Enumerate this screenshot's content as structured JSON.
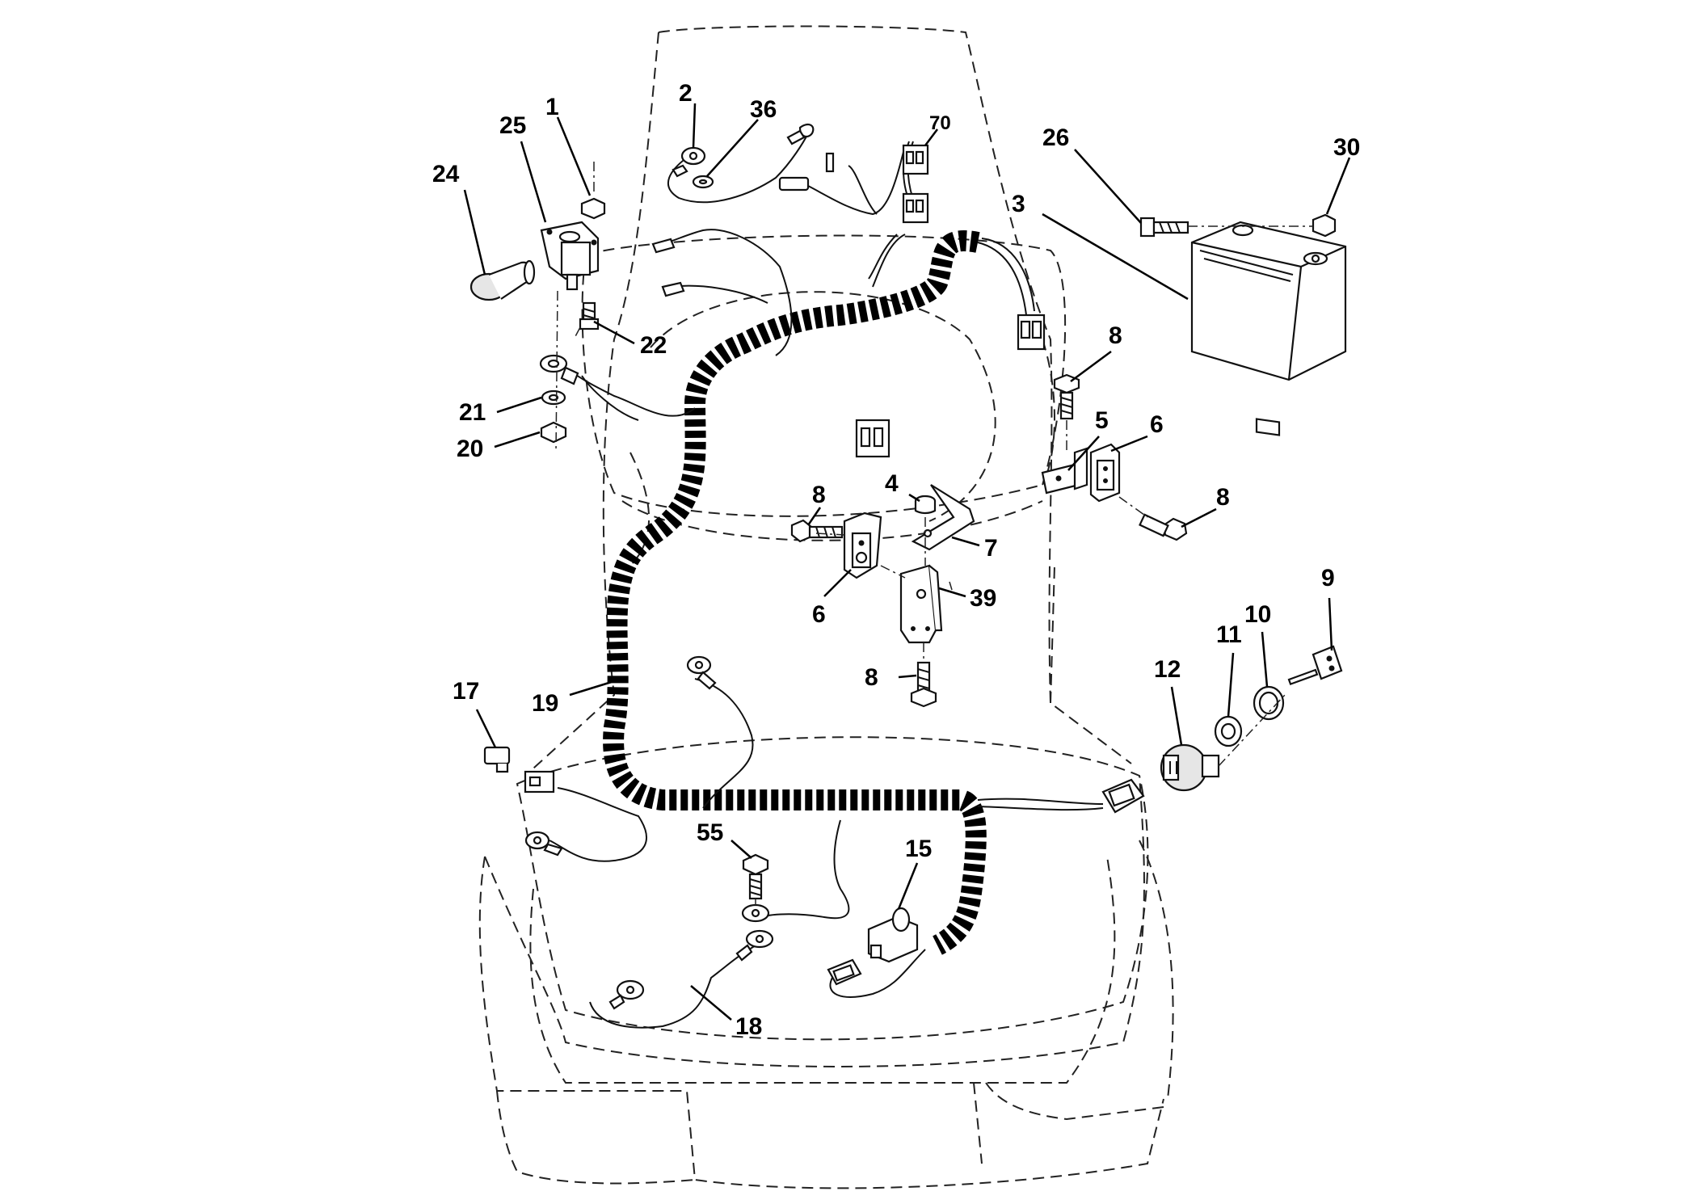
{
  "callouts": [
    {
      "id": "c1",
      "text": "1"
    },
    {
      "id": "c2",
      "text": "2"
    },
    {
      "id": "c36",
      "text": "36"
    },
    {
      "id": "c70",
      "text": "70"
    },
    {
      "id": "c25",
      "text": "25"
    },
    {
      "id": "c24",
      "text": "24"
    },
    {
      "id": "c26",
      "text": "26"
    },
    {
      "id": "c30",
      "text": "30"
    },
    {
      "id": "c3",
      "text": "3"
    },
    {
      "id": "c22",
      "text": "22"
    },
    {
      "id": "c8a",
      "text": "8"
    },
    {
      "id": "c21",
      "text": "21"
    },
    {
      "id": "c5",
      "text": "5"
    },
    {
      "id": "c6a",
      "text": "6"
    },
    {
      "id": "c20",
      "text": "20"
    },
    {
      "id": "c8b",
      "text": "8"
    },
    {
      "id": "c4",
      "text": "4"
    },
    {
      "id": "c8c",
      "text": "8"
    },
    {
      "id": "c7",
      "text": "7"
    },
    {
      "id": "c39",
      "text": "39"
    },
    {
      "id": "c6b",
      "text": "6"
    },
    {
      "id": "c9",
      "text": "9"
    },
    {
      "id": "c10",
      "text": "10"
    },
    {
      "id": "c11",
      "text": "11"
    },
    {
      "id": "c12",
      "text": "12"
    },
    {
      "id": "c8d",
      "text": "8"
    },
    {
      "id": "c17",
      "text": "17"
    },
    {
      "id": "c19",
      "text": "19"
    },
    {
      "id": "c55",
      "text": "55"
    },
    {
      "id": "c15",
      "text": "15"
    },
    {
      "id": "c18",
      "text": "18"
    }
  ]
}
